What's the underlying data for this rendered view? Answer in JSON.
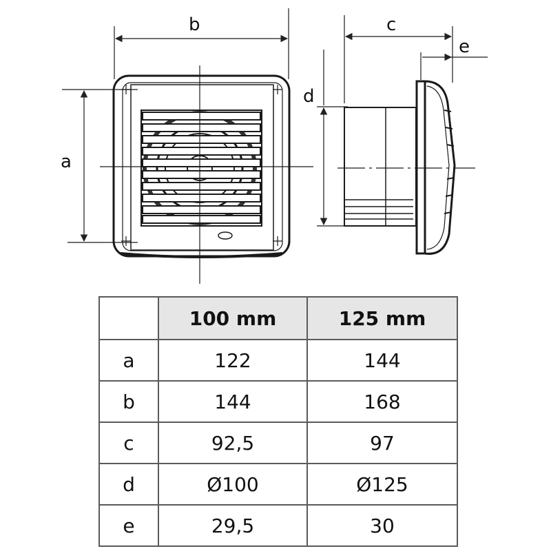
{
  "diagram": {
    "labels": {
      "a": "a",
      "b": "b",
      "c": "c",
      "d": "d",
      "e": "e"
    }
  },
  "table": {
    "corner": "",
    "columns": [
      "100 mm",
      "125 mm"
    ],
    "rows": [
      {
        "key": "a",
        "values": [
          "122",
          "144"
        ]
      },
      {
        "key": "b",
        "values": [
          "144",
          "168"
        ]
      },
      {
        "key": "c",
        "values": [
          "92,5",
          "97"
        ]
      },
      {
        "key": "d",
        "values": [
          "Ø100",
          "Ø125"
        ]
      },
      {
        "key": "e",
        "values": [
          "29,5",
          "30"
        ]
      }
    ]
  }
}
